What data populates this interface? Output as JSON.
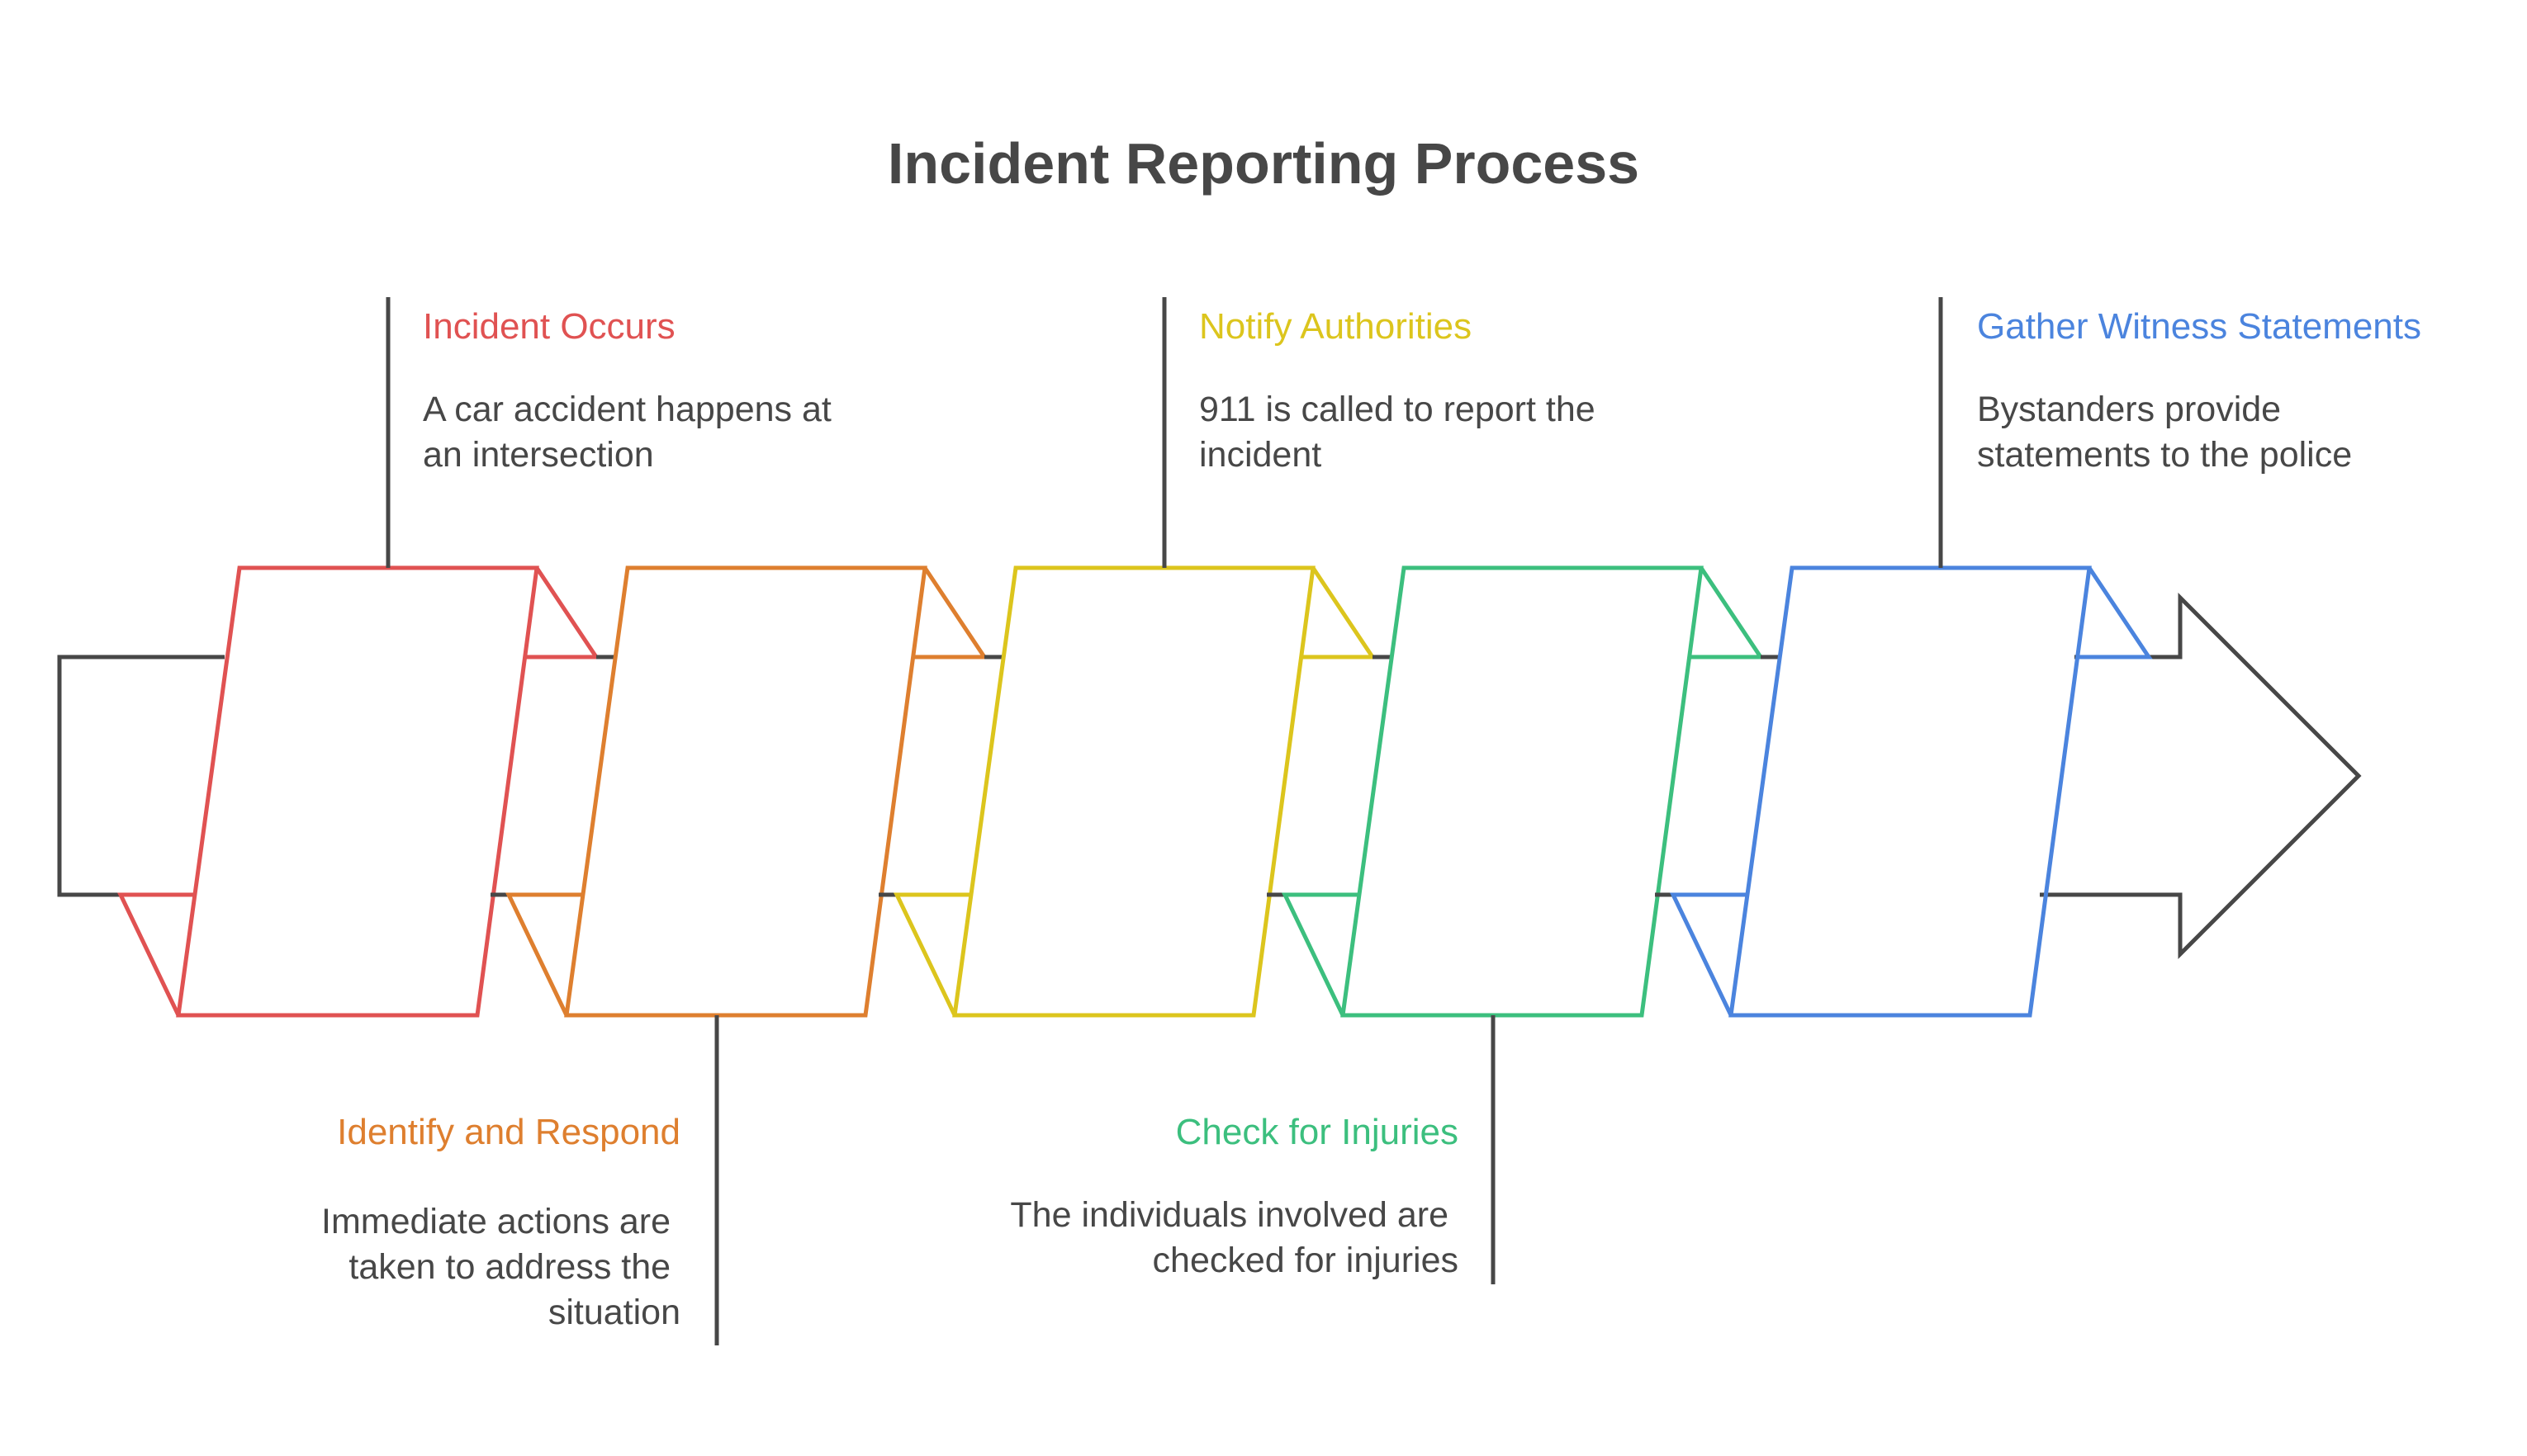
{
  "title": "Incident Reporting Process",
  "colors": {
    "text": "#474747",
    "connector": "#474747"
  },
  "steps": [
    {
      "title": "Incident Occurs",
      "description": [
        "A car accident happens at",
        "an intersection"
      ],
      "color": "#e05252"
    },
    {
      "title": "Identify and Respond",
      "description": [
        "Immediate actions are",
        "taken to address the",
        "situation"
      ],
      "color": "#de7f2f"
    },
    {
      "title": "Notify Authorities",
      "description": [
        "911 is called to report the",
        "incident"
      ],
      "color": "#dcc51d"
    },
    {
      "title": "Check for Injuries",
      "description": [
        "The individuals involved are",
        "checked for injuries"
      ],
      "color": "#3cbf7e"
    },
    {
      "title": "Gather Witness Statements",
      "description": [
        "Bystanders provide",
        "statements to the police"
      ],
      "color": "#4b84de"
    }
  ]
}
